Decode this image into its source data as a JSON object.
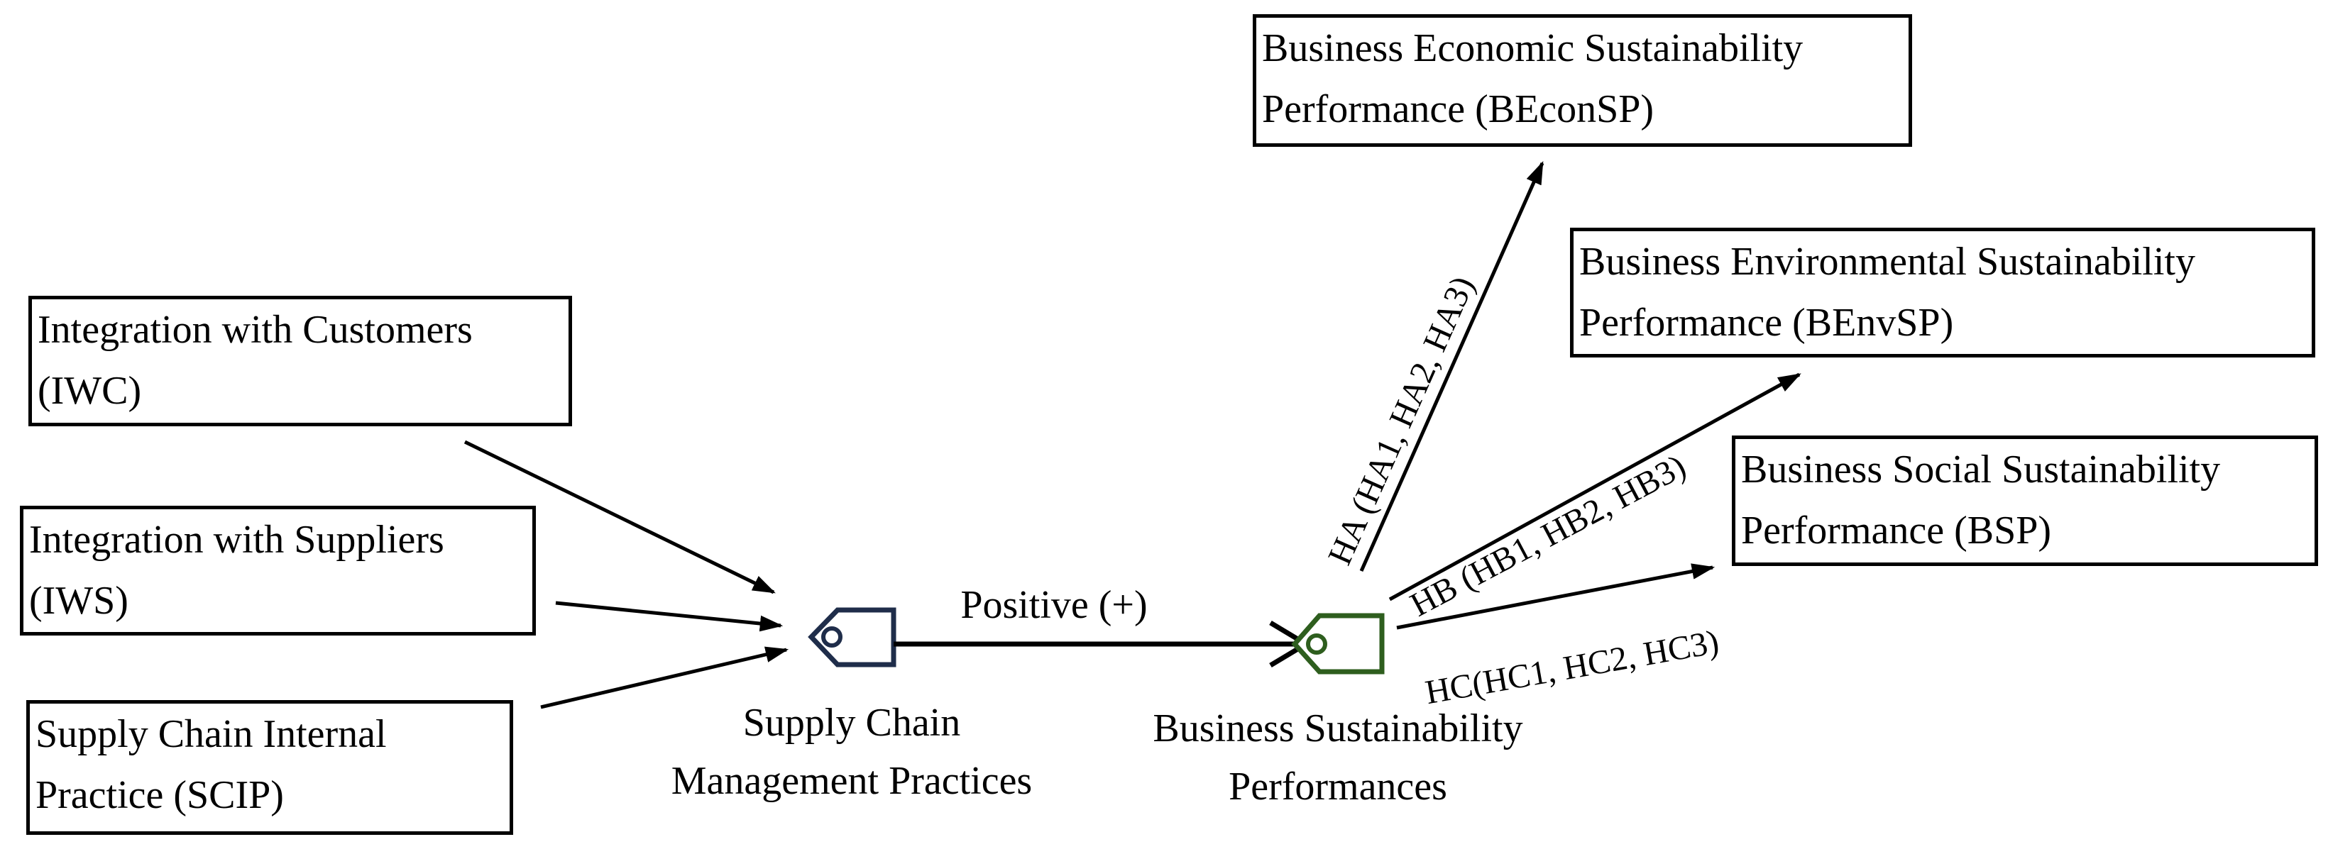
{
  "inputs": [
    {
      "line1": "Integration with Customers",
      "line2": "(IWC)"
    },
    {
      "line1": "Integration with Suppliers",
      "line2": "(IWS)"
    },
    {
      "line1": "Supply Chain Internal",
      "line2": "Practice (SCIP)"
    }
  ],
  "outputs": [
    {
      "line1": "Business Economic Sustainability",
      "line2": "Performance (BEconSP)"
    },
    {
      "line1": "Business Environmental Sustainability",
      "line2": "Performance (BEnvSP)"
    },
    {
      "line1": "Business Social Sustainability",
      "line2": "Performance (BSP)"
    }
  ],
  "scm_node": {
    "line1": "Supply Chain",
    "line2": "Management Practices",
    "color": "#1f2d4a"
  },
  "bsp_node": {
    "line1": "Business Sustainability",
    "line2": "Performances",
    "color": "#2e5e1e"
  },
  "main_link": "Positive (+)",
  "hypotheses": {
    "ha": "HA (HA1, HA2, HA3)",
    "hb": "HB (HB1, HB2, HB3)",
    "hc": "HC(HC1, HC2, HC3)"
  }
}
